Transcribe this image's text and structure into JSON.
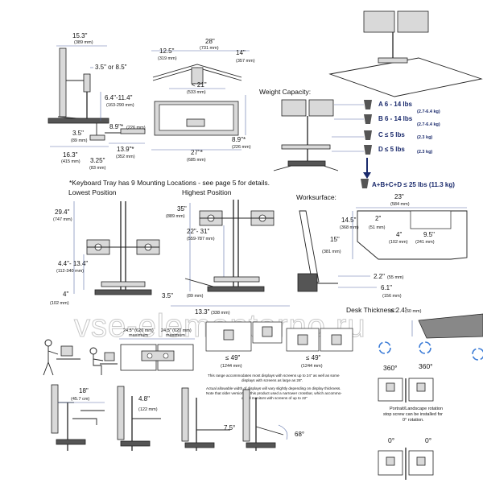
{
  "top_side": {
    "w": "15.3\"",
    "w_mm": "(389 mm)",
    "h1": "3.5\" or 8.5\"",
    "h2": "6.4\"-11.4\"",
    "h2_mm": "(163-290 mm)",
    "d1": "3.5\"",
    "d1_mm": "(89 mm)",
    "d2": "16.3\"",
    "d2_mm": "(415 mm)",
    "d3": "3.25\"",
    "d3_mm": "(83 mm)",
    "d4": "8.9\"*",
    "d4_mm": "(226 mm)",
    "d5": "13.9\"*",
    "d5_mm": "(352 mm)"
  },
  "top_plan": {
    "a": "12.5\"",
    "a_mm": "(319 mm)",
    "b": "28\"",
    "b_mm": "(731 mm)",
    "c": "14\"",
    "c_mm": "(357 mm)",
    "d": "< 21\"",
    "d_mm": "(533 mm)",
    "e": "8.9\"*",
    "e_mm": "(226 mm)",
    "f": "27\"*",
    "f_mm": "(685 mm)"
  },
  "keyboard_note": "*Keyboard Tray has 9 Mounting Locations - see page 5 for details.",
  "weight": {
    "title": "Weight Capacity:",
    "items": [
      {
        "letter": "A",
        "text": "6 - 14 lbs",
        "sub": "(2.7-6.4 kg)"
      },
      {
        "letter": "B",
        "text": "6 - 14 lbs",
        "sub": "(2.7-6.4 kg)"
      },
      {
        "letter": "C",
        "text": "C ≤ 5 lbs",
        "sub": "(2.3 kg)"
      },
      {
        "letter": "D",
        "text": "D ≤ 5 lbs",
        "sub": "(2.3 kg)"
      }
    ],
    "total": "A+B+C+D ≤ 25 lbs (11.3 kg)"
  },
  "lowest": {
    "title": "Lowest Position",
    "h": "29.4\"",
    "h_mm": "(747 mm)",
    "m": "4.4\"- 13.4\"",
    "m_mm": "(112-340 mm)",
    "b": "4\"",
    "b_mm": "(102 mm)"
  },
  "highest": {
    "title": "Highest Position",
    "h": "35\"",
    "h_mm": "(889 mm)",
    "r": "22\"- 31\"",
    "r_mm": "(559-787 mm)",
    "b": "3.5\"",
    "b_mm": "(89 mm)",
    "w": "13.3\"",
    "w_mm": "(338 mm)"
  },
  "worksurface": {
    "title": "Worksurface:",
    "a": "23\"",
    "a_mm": "(584 mm)",
    "b": "14.5\"",
    "b_mm": "(368 mm)",
    "c": "2\"",
    "c_mm": "(51 mm)",
    "d": "4\"",
    "d_mm": "(102 mm)",
    "e": "9.5\"",
    "e_mm": "(241 mm)",
    "f": "15\"",
    "f_mm": "(381 mm)",
    "g": "2.2\"",
    "g_mm": "(55 mm)",
    "h": "6.1\"",
    "h_mm": "(156 mm)"
  },
  "desk": {
    "label": "Desk Thickness:",
    "val": "≤ 2.4\"",
    "val_mm": "(60 mm)"
  },
  "monitors": {
    "w1": "24.5\" (620 mm)",
    "w1_sub": "maximum",
    "w2": "24.5\" (620 mm)",
    "w2_sub": "maximum",
    "d1": "≤ 49\"",
    "d1_mm": "(1244 mm)",
    "d2": "≤ 49\"",
    "d2_mm": "(1244 mm)",
    "note": [
      "This range accommodates most displays with screens up to 24\" as well as some",
      "displays with screens as large as 26\".",
      "Actual allowable width of displays will vary slightly depending on display thickness.",
      "Note that older versions of this product used a narrower crossbar, which accommo-",
      "dated monitors with screens of up to 22\""
    ]
  },
  "bottom": {
    "a": "18\"",
    "a_mm": "(45.7 cm)",
    "b": "4.8\"",
    "b_mm": "(122 mm)",
    "c": "7.5°",
    "d": "68°"
  },
  "rotation": {
    "r1": "360°",
    "r2": "360°",
    "note": [
      "Portrait/Landscape rotation",
      "stop screw can be installed for",
      "0° rotation."
    ],
    "z1": "0°",
    "z2": "0°"
  },
  "watermark": "vse-elementarno.ru"
}
